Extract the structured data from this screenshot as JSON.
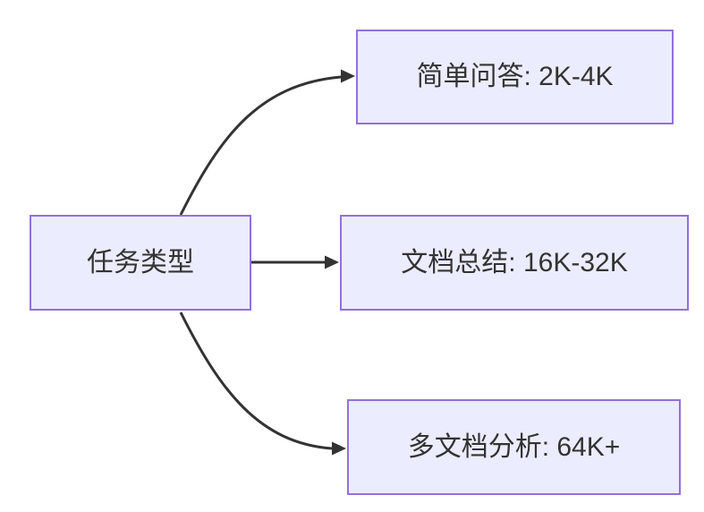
{
  "diagram": {
    "type": "flowchart",
    "direction": "left-to-right",
    "colors": {
      "background": "#ffffff",
      "node_fill": "#ECECFF",
      "node_border": "#9370DB",
      "edge": "#333333",
      "text": "#333333"
    },
    "root": {
      "id": "task-type",
      "label": "任务类型"
    },
    "children": [
      {
        "id": "simple-qa",
        "label": "简单问答: 2K-4K"
      },
      {
        "id": "doc-summary",
        "label": "文档总结: 16K-32K"
      },
      {
        "id": "multi-doc",
        "label": "多文档分析: 64K+"
      }
    ],
    "edges": [
      {
        "from": "任务类型",
        "to": "简单问答: 2K-4K",
        "arrow": "triangle"
      },
      {
        "from": "任务类型",
        "to": "文档总结: 16K-32K",
        "arrow": "triangle"
      },
      {
        "from": "任务类型",
        "to": "多文档分析: 64K+",
        "arrow": "triangle"
      }
    ]
  }
}
